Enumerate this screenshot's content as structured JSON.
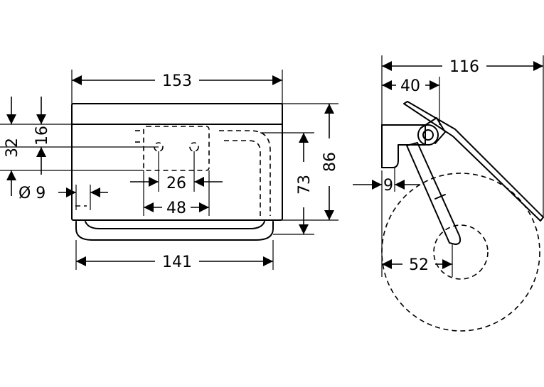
{
  "dimensions": {
    "front_width": "153",
    "bar_width": "141",
    "mount_spacing": "26",
    "plate_width": "48",
    "hole_diameter": "Ø 9",
    "offset_16": "16",
    "offset_32": "32",
    "height_total": "86",
    "height_inner": "73",
    "side_depth": "116",
    "side_bracket": "40",
    "side_wall_gap": "9",
    "side_roll_offset": "52"
  }
}
